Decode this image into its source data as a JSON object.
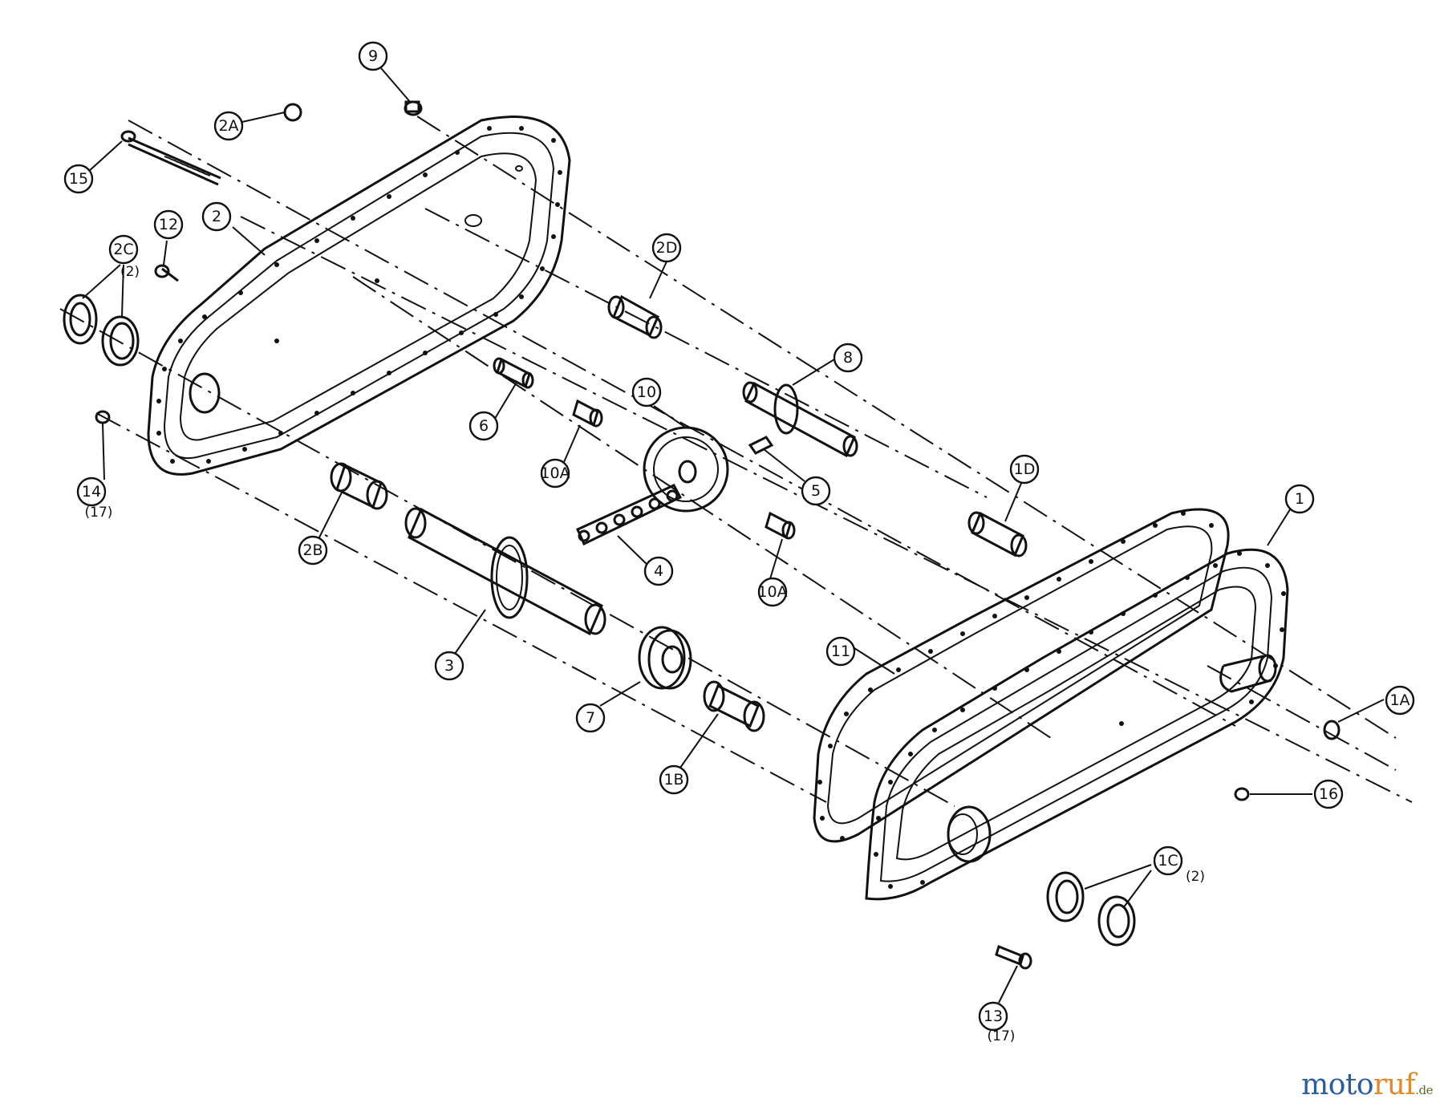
{
  "diagram": {
    "callouts": {
      "c1": "1",
      "c1A": "1A",
      "c1B": "1B",
      "c1C": "1C",
      "c1D": "1D",
      "c2": "2",
      "c2A": "2A",
      "c2B": "2B",
      "c2C": "2C",
      "c2D": "2D",
      "c3": "3",
      "c4": "4",
      "c5": "5",
      "c6": "6",
      "c7": "7",
      "c8": "8",
      "c9": "9",
      "c10": "10",
      "c10A_1": "10A",
      "c10A_2": "10A",
      "c11": "11",
      "c12": "12",
      "c13": "13",
      "c14": "14",
      "c15": "15",
      "c16": "16"
    },
    "quantities": {
      "q2C": "(2)",
      "q14": "(17)",
      "q1C": "(2)",
      "q13": "(17)"
    }
  },
  "watermark": {
    "brand_a": "moto",
    "brand_b": "ruf",
    "tld": ".de",
    "colors": {
      "blue": "#2a5d9f",
      "orange": "#e0892a",
      "green": "#5a6a2a"
    }
  }
}
